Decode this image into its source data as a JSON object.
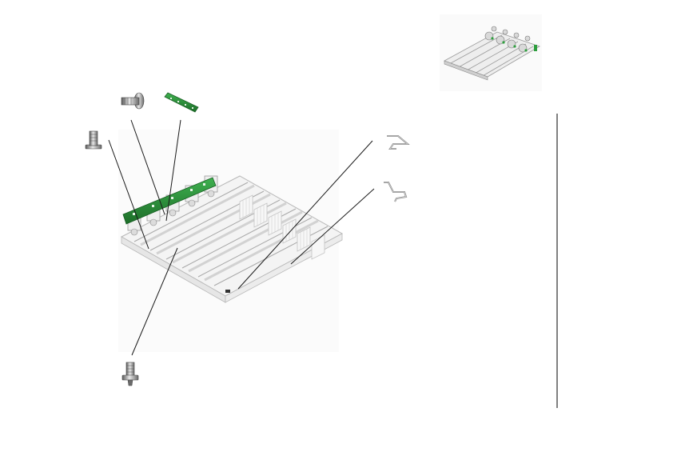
{
  "diagram": {
    "type": "exploded-parts-view",
    "text_labels": [],
    "colors": {
      "line": "#1a1a1a",
      "part_outline": "#b8b8b8",
      "part_fill": "#f4f4f4",
      "pcb_green": "#2e9e3e",
      "pcb_dark": "#1d6e29",
      "metal": "#8a8a8a",
      "metal_light": "#d6d6d6",
      "divider": "#000000"
    },
    "parts": [
      {
        "name": "screw-top-left",
        "icon": "screw-icon"
      },
      {
        "name": "screw-top-center",
        "icon": "screw-icon"
      },
      {
        "name": "circuit-board-strip",
        "icon": "pcb-icon"
      },
      {
        "name": "metal-bracket-upper",
        "icon": "bracket-icon"
      },
      {
        "name": "metal-bracket-lower",
        "icon": "bracket-icon"
      },
      {
        "name": "screw-bottom",
        "icon": "screw-icon"
      },
      {
        "name": "frame-assembly-main",
        "icon": "frame-icon"
      },
      {
        "name": "frame-assembly-thumbnail",
        "icon": "frame-icon"
      }
    ]
  }
}
